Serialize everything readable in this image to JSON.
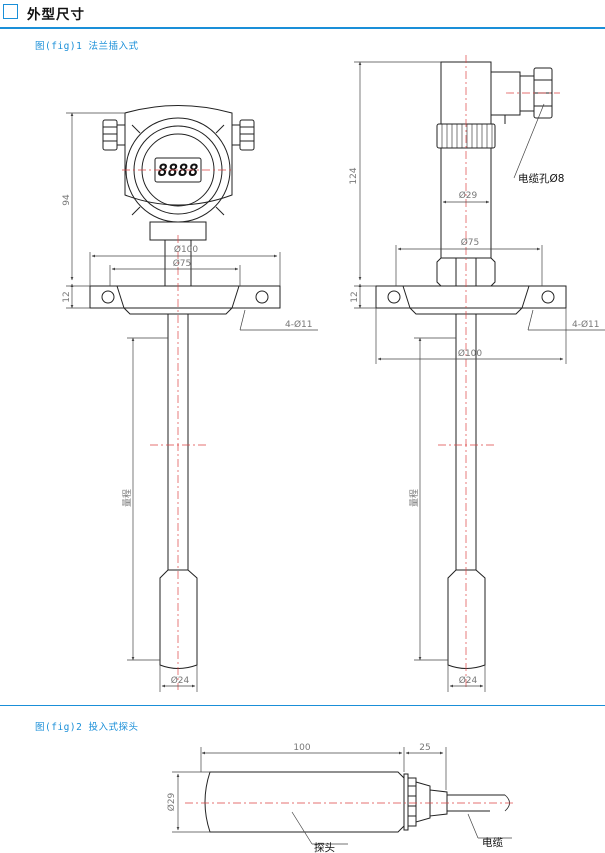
{
  "header": {
    "title": "外型尺寸"
  },
  "fig1": {
    "caption": "图(fig)1  法兰插入式",
    "d100": "Ø100",
    "d75": "Ø75",
    "h94": "94",
    "h12": "12",
    "holes": "4-Ø11",
    "range": "量程",
    "d24": "Ø24",
    "display": "8888"
  },
  "fig1b": {
    "h124": "124",
    "cable_hole": "电缆孔Ø8",
    "d29": "Ø29",
    "d75": "Ø75",
    "h12": "12",
    "holes": "4-Ø11",
    "d100": "Ø100",
    "range": "量程",
    "d24": "Ø24"
  },
  "fig2": {
    "caption": "图(fig)2  投入式探头",
    "len100": "100",
    "len25": "25",
    "d29": "Ø29",
    "probe": "探头",
    "cable": "电缆"
  }
}
